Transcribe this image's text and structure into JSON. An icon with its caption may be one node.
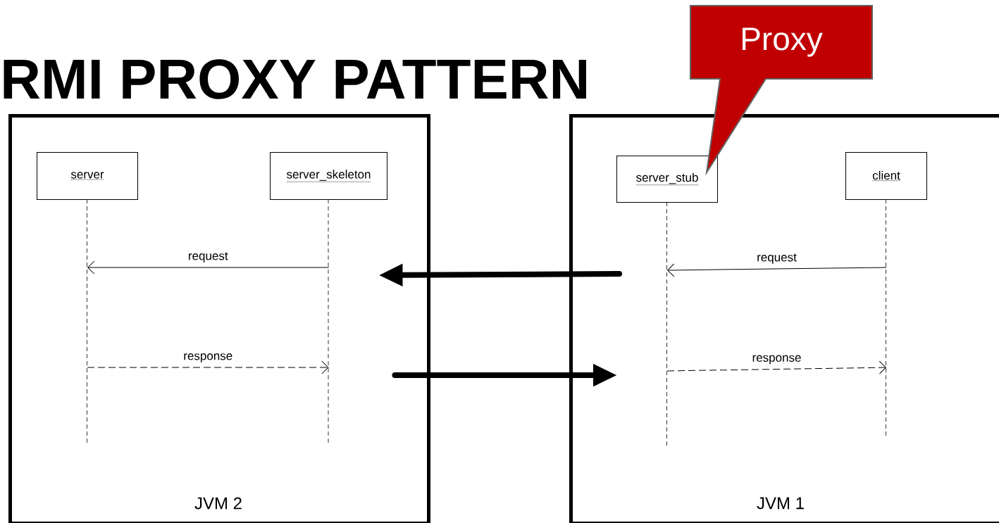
{
  "diagram": {
    "title": "RMI PROXY PATTERN",
    "nodes": [
      {
        "text": [
          "JVM 2"
        ]
      },
      {
        "text": [
          "server"
        ],
        "in": 0
      },
      {
        "text": [
          "server_skeleton"
        ],
        "in": 0
      },
      {
        "text": [
          "JVM 1"
        ]
      },
      {
        "text": [
          "server_stub"
        ],
        "in": 3
      },
      {
        "text": [
          "client"
        ],
        "in": 3
      },
      {
        "text": [
          "Proxy"
        ]
      }
    ],
    "edges": [
      {
        "from": 2,
        "to": 1,
        "arrow": "to",
        "label": "request"
      },
      {
        "from": 1,
        "to": 2,
        "arrow": "to",
        "label": "response",
        "style": "dashed"
      },
      {
        "from": 5,
        "to": 4,
        "arrow": "to",
        "label": "request"
      },
      {
        "from": 4,
        "to": 5,
        "arrow": "to",
        "label": "response",
        "style": "dashed"
      },
      {
        "from": 4,
        "to": 2,
        "arrow": "to",
        "style": "thick"
      },
      {
        "from": 2,
        "to": 4,
        "arrow": "to",
        "style": "thick"
      }
    ]
  }
}
